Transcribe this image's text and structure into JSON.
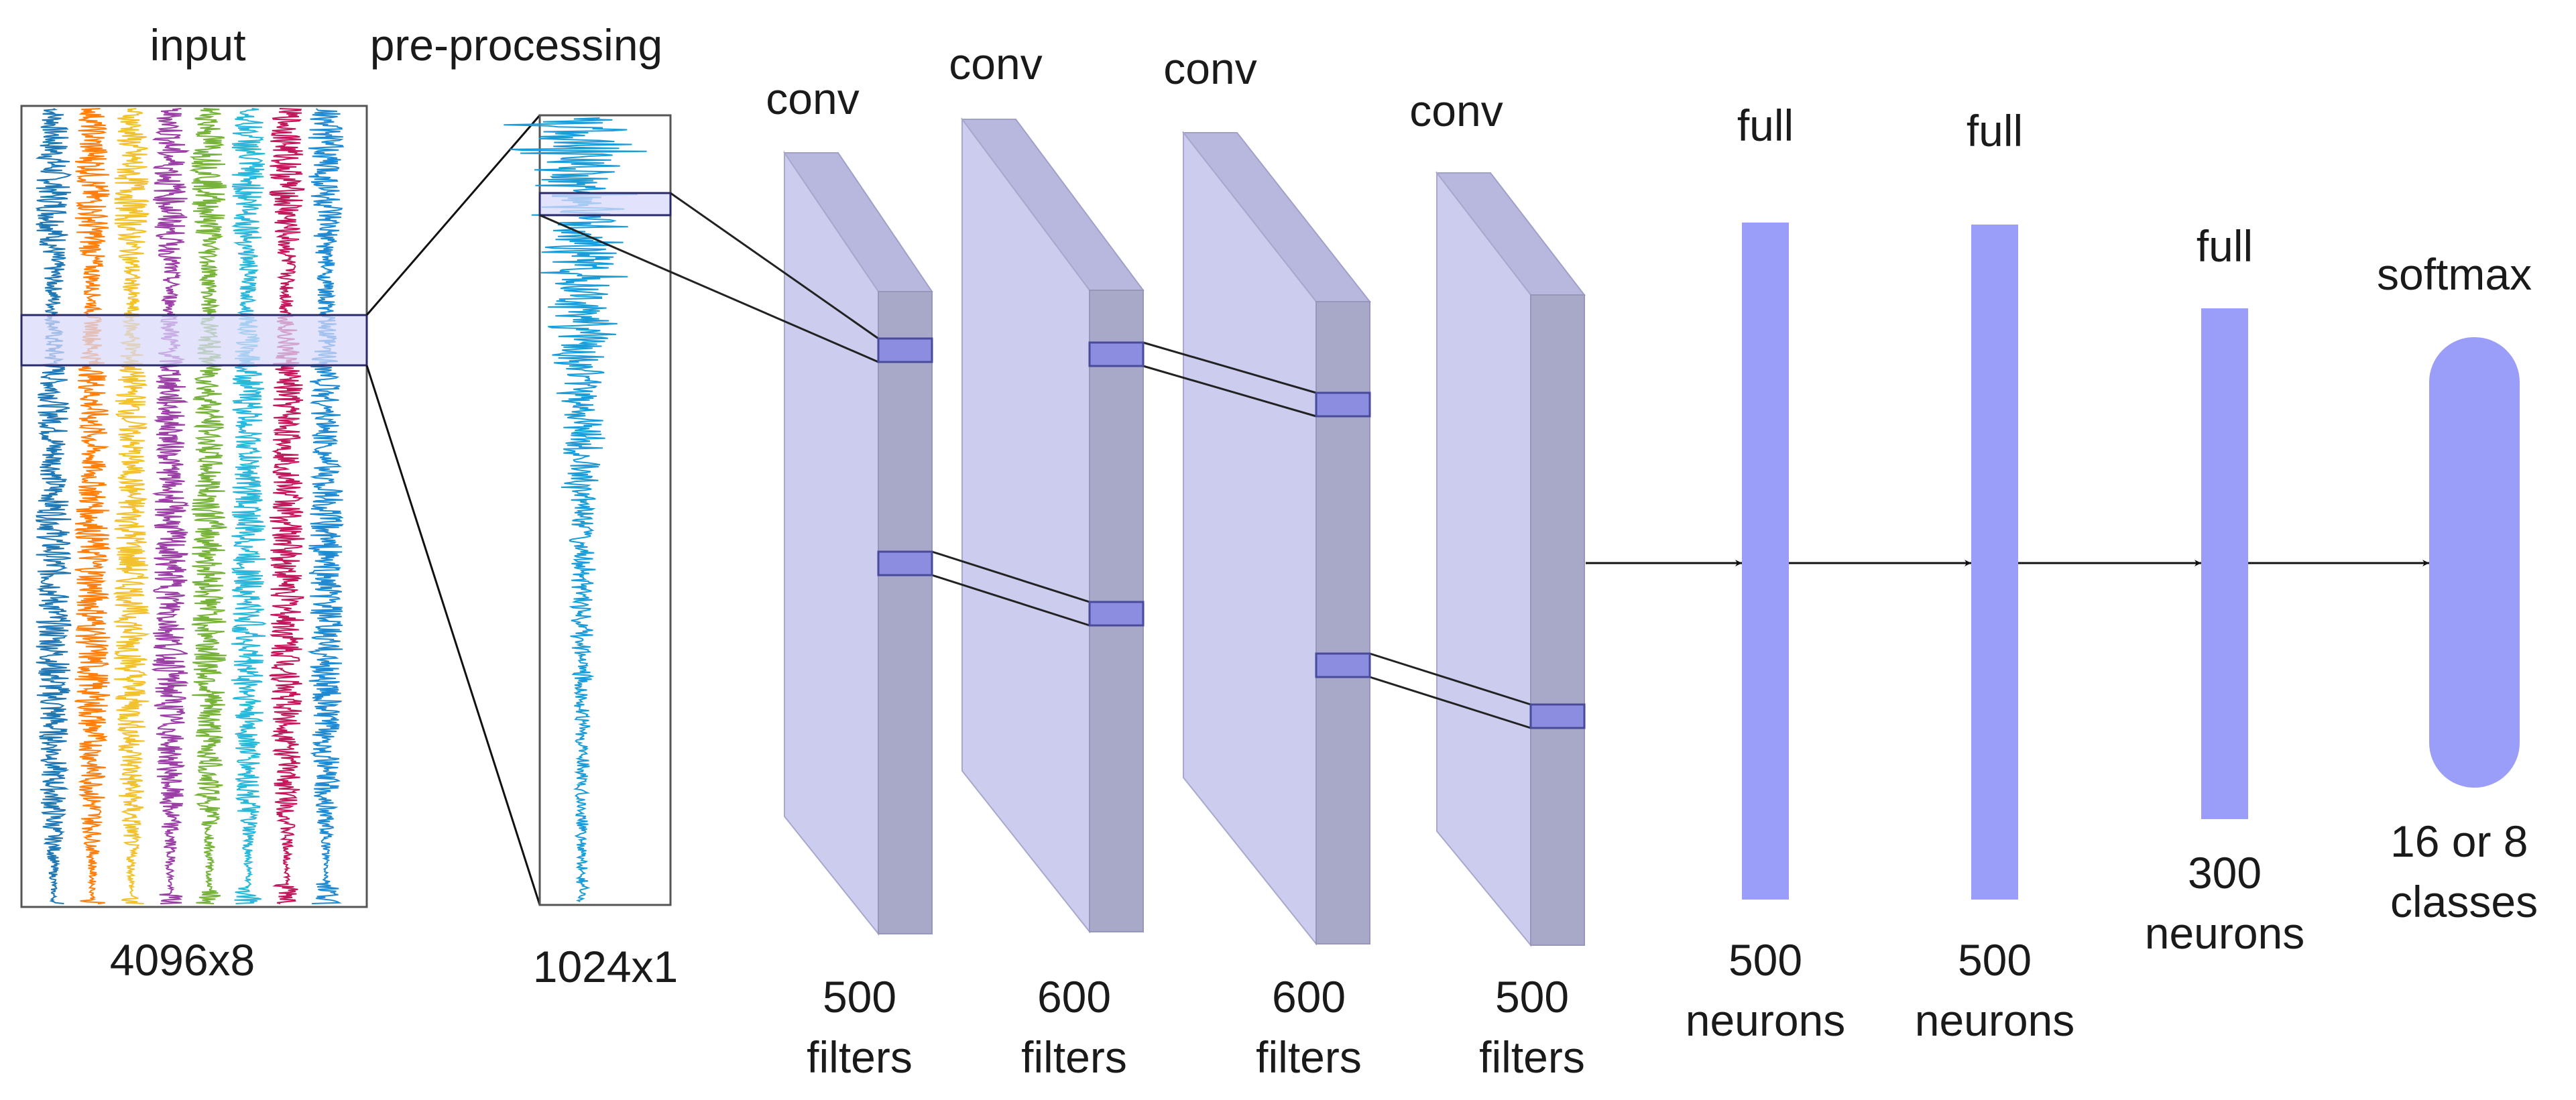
{
  "stages": {
    "input": {
      "title": "input",
      "size": "4096x8"
    },
    "preprocessing": {
      "title": "pre-processing",
      "size": "1024x1"
    },
    "conv1": {
      "title": "conv",
      "count": "500",
      "unit": "filters"
    },
    "conv2": {
      "title": "conv",
      "count": "600",
      "unit": "filters"
    },
    "conv3": {
      "title": "conv",
      "count": "600",
      "unit": "filters"
    },
    "conv4": {
      "title": "conv",
      "count": "500",
      "unit": "filters"
    },
    "full1": {
      "title": "full",
      "count": "500",
      "unit": "neurons"
    },
    "full2": {
      "title": "full",
      "count": "500",
      "unit": "neurons"
    },
    "full3": {
      "title": "full",
      "count": "300",
      "unit": "neurons"
    },
    "softmax": {
      "title": "softmax",
      "count": "16 or 8",
      "unit": "classes"
    }
  },
  "colors": {
    "signal_channels": [
      "#1f77b4",
      "#ff7f0e",
      "#f2c12e",
      "#9b3fa6",
      "#77b33a",
      "#2bb7d9",
      "#c2185b",
      "#1f8ad1"
    ],
    "preprocessed_signal": "#1a9cd8",
    "highlight_band": "#d8d8fb",
    "conv_front": "#ccccee",
    "conv_side": "#a8a8c8",
    "conv_patch": "#8c8ce0",
    "dense_layer": "#9a9ef8"
  },
  "icons": {
    "arrow": "arrow-right-icon"
  }
}
